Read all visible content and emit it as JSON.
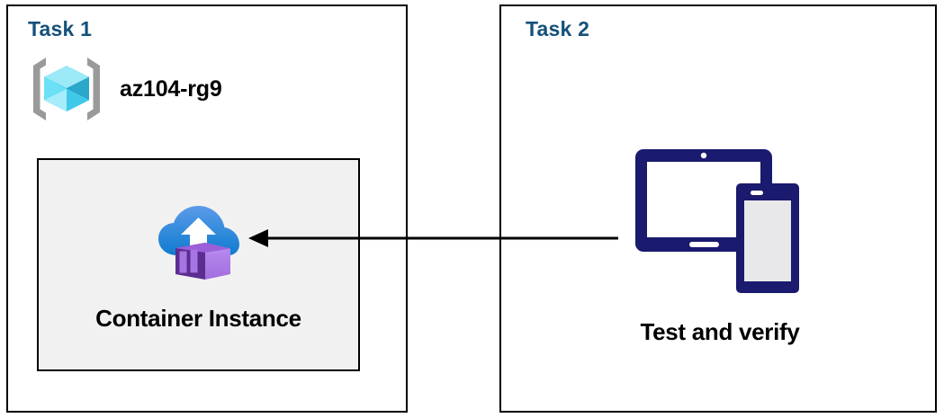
{
  "diagram": {
    "title": "Azure Container Instance task diagram",
    "background": "#ffffff"
  },
  "colors": {
    "task_label": "#14517B",
    "box_border": "#000000",
    "inner_box_fill": "#F1F1F1",
    "device_navy": "#1A1A6E",
    "device_screen_gray": "#E8E8EA",
    "cloud_blue_top": "#5B9BE8",
    "cloud_blue_bottom": "#0F7BD0",
    "container_purple_light": "#B07CE8",
    "container_purple_mid": "#9B5FD9",
    "container_purple_dark": "#5C2D91",
    "cube_cyan_light": "#9CE9F7",
    "cube_cyan": "#32D4F5",
    "cube_cyan_dark": "#2AA8CC",
    "bracket_gray": "#9A9A9A",
    "arrow_black": "#000000"
  },
  "panels": [
    {
      "id": "task1",
      "label": "Task 1",
      "resource_group": {
        "icon": "azure-resource-group-icon",
        "name": "az104-rg9"
      },
      "inner_box": {
        "icon": "azure-container-instance-icon",
        "caption": "Container Instance"
      }
    },
    {
      "id": "task2",
      "label": "Task 2",
      "devices": {
        "icon": "tablet-and-phone-icon",
        "caption": "Test and verify"
      }
    }
  ],
  "connector": {
    "name": "arrow-task2-to-task1",
    "direction": "left",
    "style": "solid",
    "color": "#000000"
  }
}
